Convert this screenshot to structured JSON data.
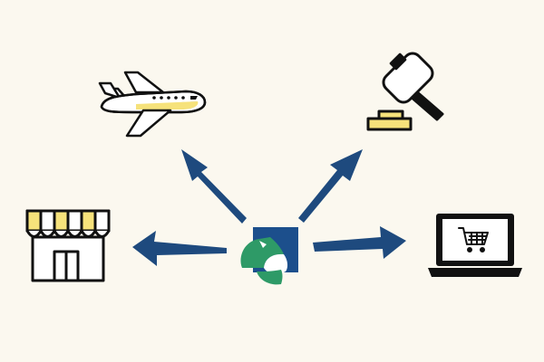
{
  "diagram": {
    "center": {
      "icon": "brand-logo-icon"
    },
    "targets": [
      {
        "id": "airplane",
        "icon": "airplane-icon"
      },
      {
        "id": "auction",
        "icon": "gavel-icon"
      },
      {
        "id": "store",
        "icon": "storefront-icon"
      },
      {
        "id": "online",
        "icon": "laptop-shopping-cart-icon"
      }
    ],
    "arrows": [
      {
        "from": "center",
        "to": "airplane"
      },
      {
        "from": "center",
        "to": "auction"
      },
      {
        "from": "center",
        "to": "store"
      },
      {
        "from": "center",
        "to": "online"
      }
    ]
  },
  "colors": {
    "background": "#fbf8ef",
    "arrow": "#1e4a7e",
    "accent_yellow": "#f6e27b",
    "logo_blue": "#1c4f8c",
    "logo_green": "#2e9a67",
    "outline": "#111111"
  }
}
